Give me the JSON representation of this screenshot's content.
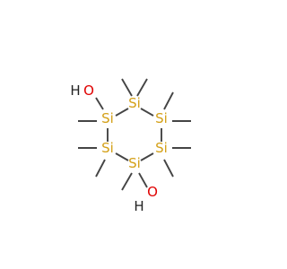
{
  "molecule": {
    "colors": {
      "silicon": "#d4a017",
      "hydroxyl_oxygen": "#e00000",
      "hydroxyl_hydrogen": "#222222",
      "bond": "#444444",
      "background": "#ffffff"
    },
    "atom_labels": {
      "si_top": "Si",
      "si_upper_right": "Si",
      "si_lower_right": "Si",
      "si_bottom": "Si",
      "si_lower_left": "Si",
      "si_upper_left": "Si",
      "oh_top_o": "O",
      "oh_top_h": "H",
      "oh_bottom_o": "O",
      "oh_bottom_h": "H"
    }
  }
}
